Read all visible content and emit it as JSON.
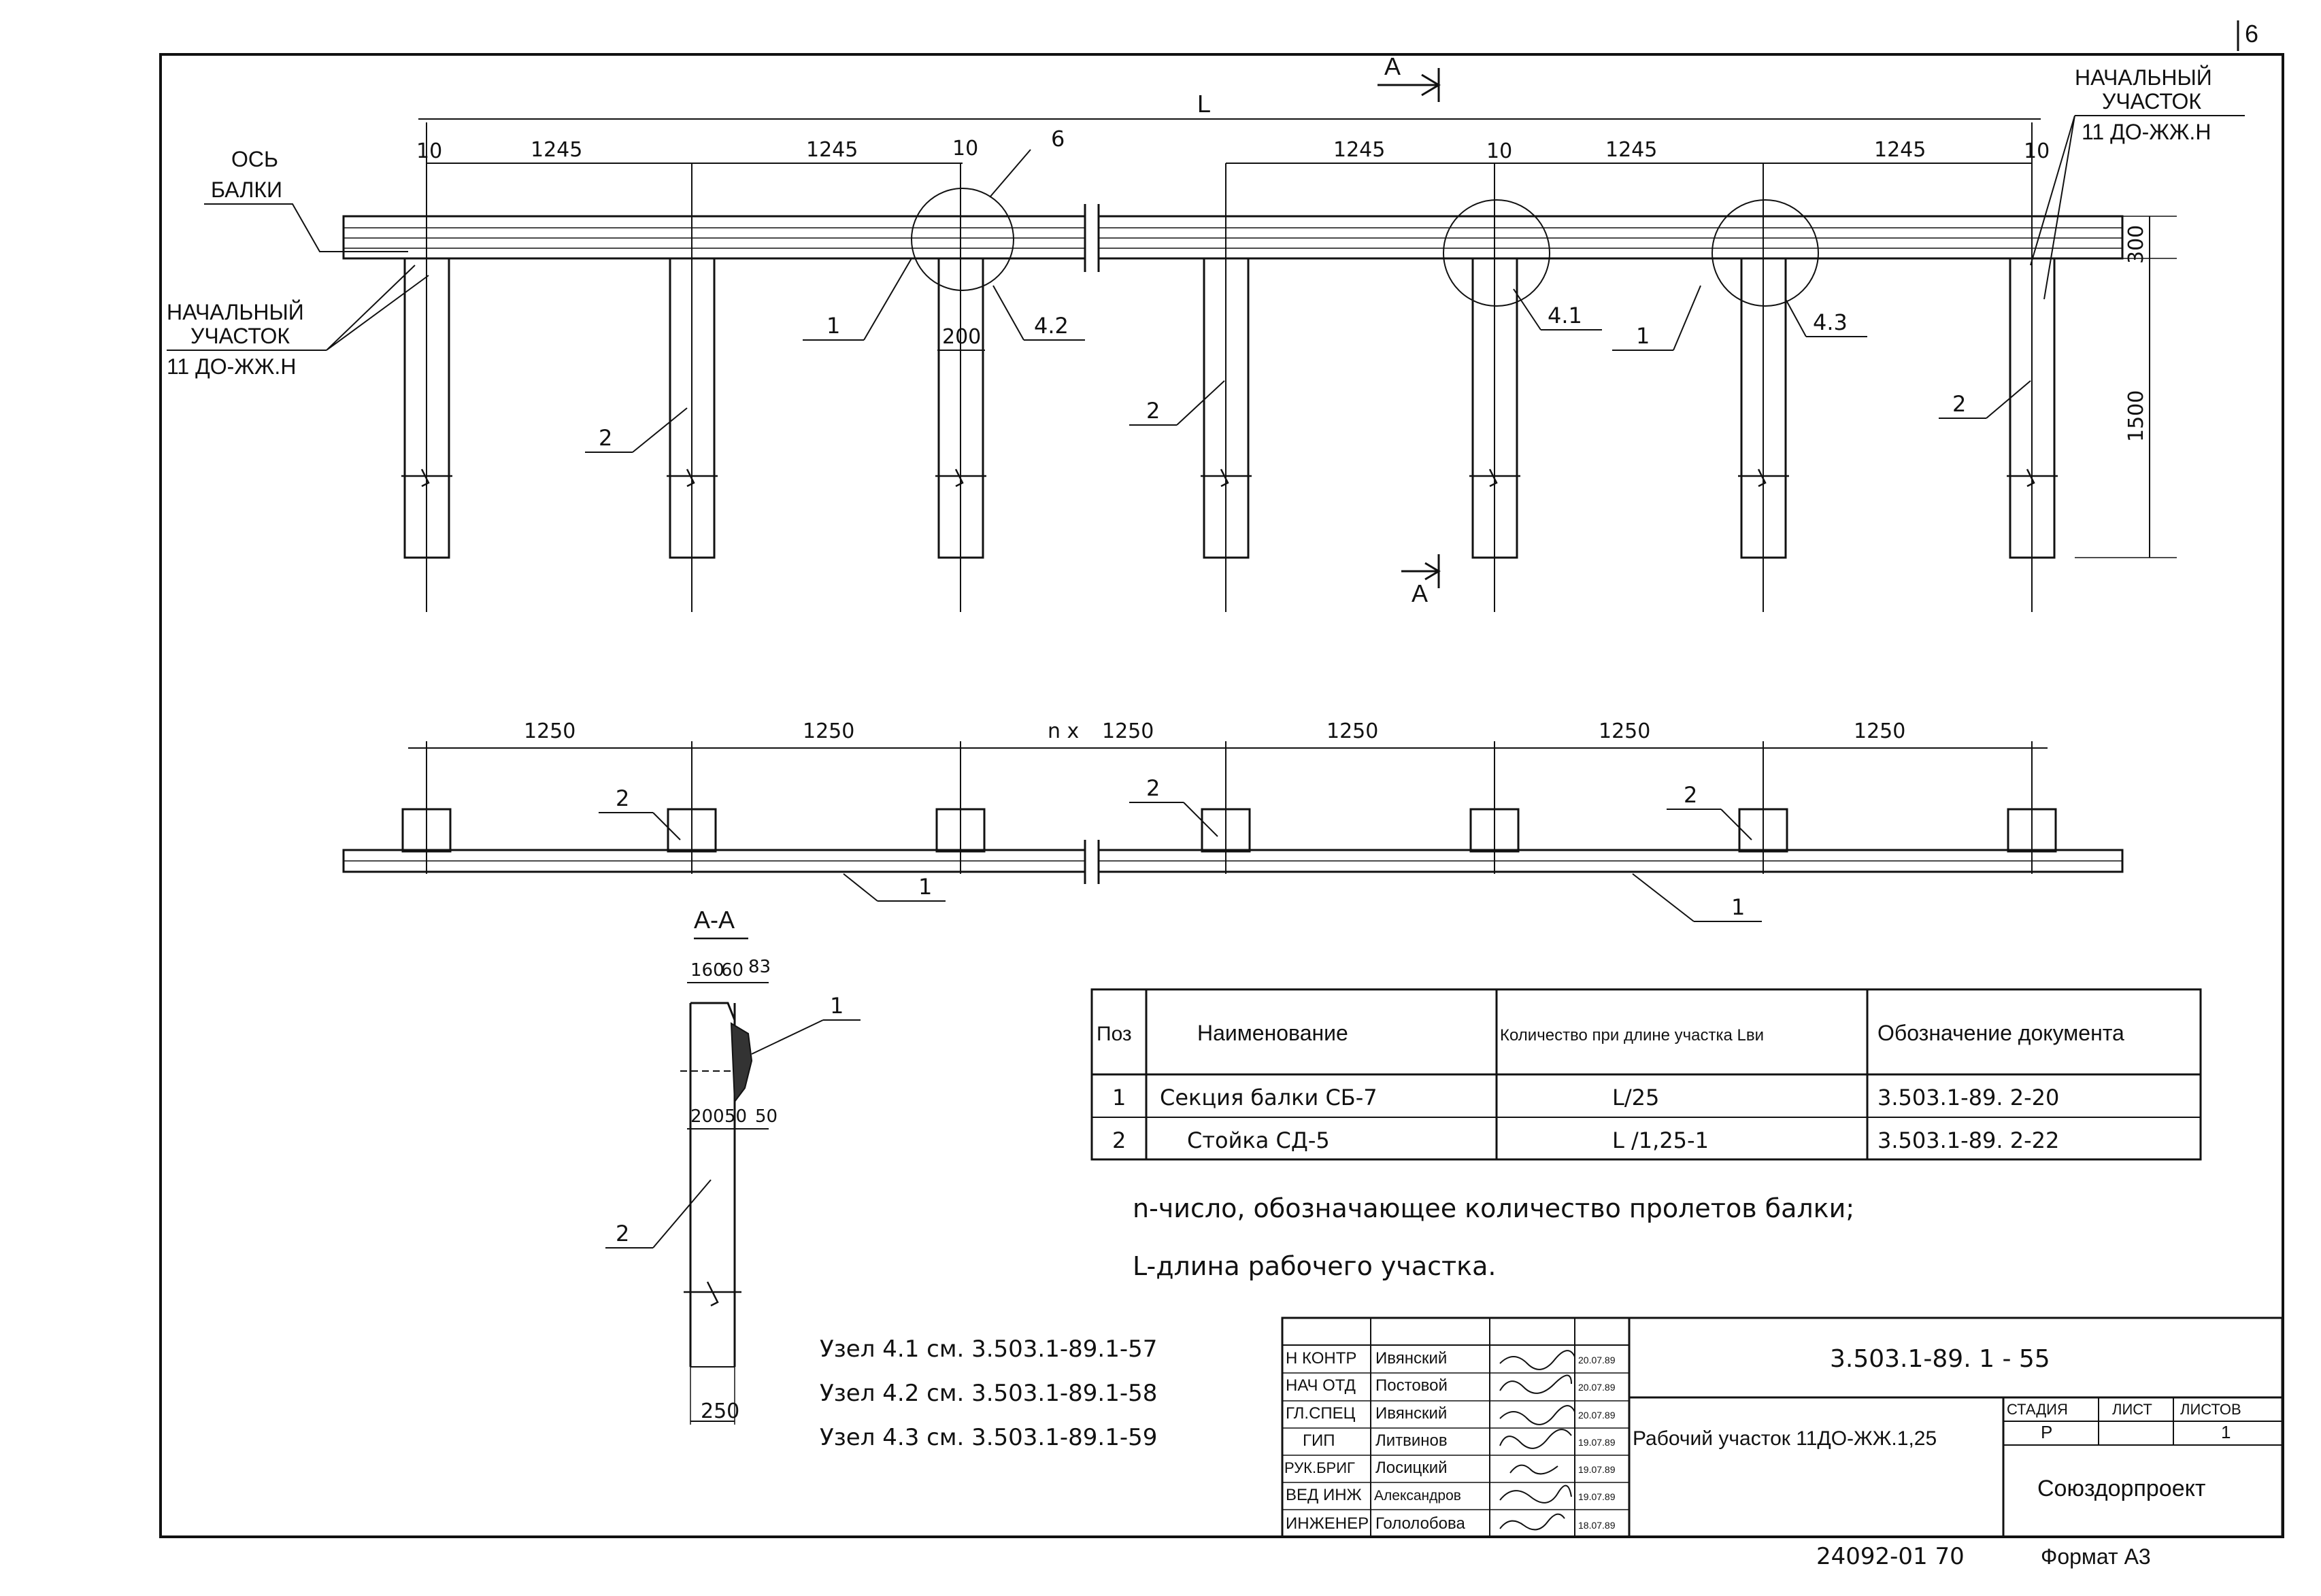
{
  "sheet_corner": "6",
  "section_marks": {
    "top": "А",
    "bottom": "А"
  },
  "length_symbol": "L",
  "plan": {
    "labels": {
      "beam_axis": [
        "ОСЬ",
        "БАЛКИ"
      ],
      "start_left": [
        "НАЧАЛЬНЫЙ",
        "УЧАСТОК",
        "11 ДО-ЖЖ.Н"
      ],
      "start_right": [
        "НАЧАЛЬНЫЙ",
        "УЧАСТОК",
        "11 ДО-ЖЖ.Н"
      ]
    },
    "dims": {
      "span": "1245",
      "gap": "10",
      "post_width": "200",
      "beam_height": "300",
      "post_height": "1500"
    },
    "callouts": [
      "1",
      "2",
      "4.1",
      "4.2",
      "4.3",
      "6"
    ]
  },
  "elevation": {
    "span": "1250",
    "n_label": "n x"
  },
  "section": {
    "title": "А-А",
    "dims_top": [
      "160",
      "60",
      "83"
    ],
    "dims_mid": [
      "200",
      "50",
      "50"
    ],
    "dim_bottom": "250"
  },
  "table": {
    "headers": [
      "Поз",
      "Наименование",
      "Количество при длине участка Lви",
      "Обозначение документа"
    ],
    "rows": [
      [
        "1",
        "Секция балки СБ-7",
        "L/25",
        "3.503.1-89. 2-20"
      ],
      [
        "2",
        "Стойка СД-5",
        "L /1,25-1",
        "3.503.1-89. 2-22"
      ]
    ]
  },
  "notes": [
    "n-число, обозначающее количество пролетов балки;",
    "L-длина рабочего участка."
  ],
  "nodes": [
    "Узел 4.1 см. 3.503.1-89.1-57",
    "Узел 4.2 см. 3.503.1-89.1-58",
    "Узел 4.3 см. 3.503.1-89.1-59"
  ],
  "title_block": {
    "rows": [
      {
        "role": "Н КОНТР",
        "name": "Ивянский",
        "date": "20.07.89"
      },
      {
        "role": "НАЧ ОТД",
        "name": "Постовой",
        "date": "20.07.89"
      },
      {
        "role": "ГЛ.СПЕЦ",
        "name": "Ивянский",
        "date": "20.07.89"
      },
      {
        "role": "ГИП",
        "name": "Литвинов",
        "date": "19.07.89"
      },
      {
        "role": "РУК.БРИГ",
        "name": "Лосицкий",
        "date": "19.07.89"
      },
      {
        "role": "ВЕД ИНЖ",
        "name": "Александров",
        "date": "19.07.89"
      },
      {
        "role": "ИНЖЕНЕР",
        "name": "Гололобова",
        "date": "18.07.89"
      }
    ],
    "doc_code": "3.503.1-89. 1 - 55",
    "title": "Рабочий участок 11ДО-ЖЖ.1,25",
    "stage_header": "СТАДИЯ",
    "sheet_header": "ЛИСТ",
    "sheets_header": "ЛИСТОВ",
    "stage": "Р",
    "sheet": "",
    "sheets": "1",
    "org": "Союздорпроект"
  },
  "footer": {
    "inv": "24092-01 70",
    "format": "Формат А3"
  }
}
